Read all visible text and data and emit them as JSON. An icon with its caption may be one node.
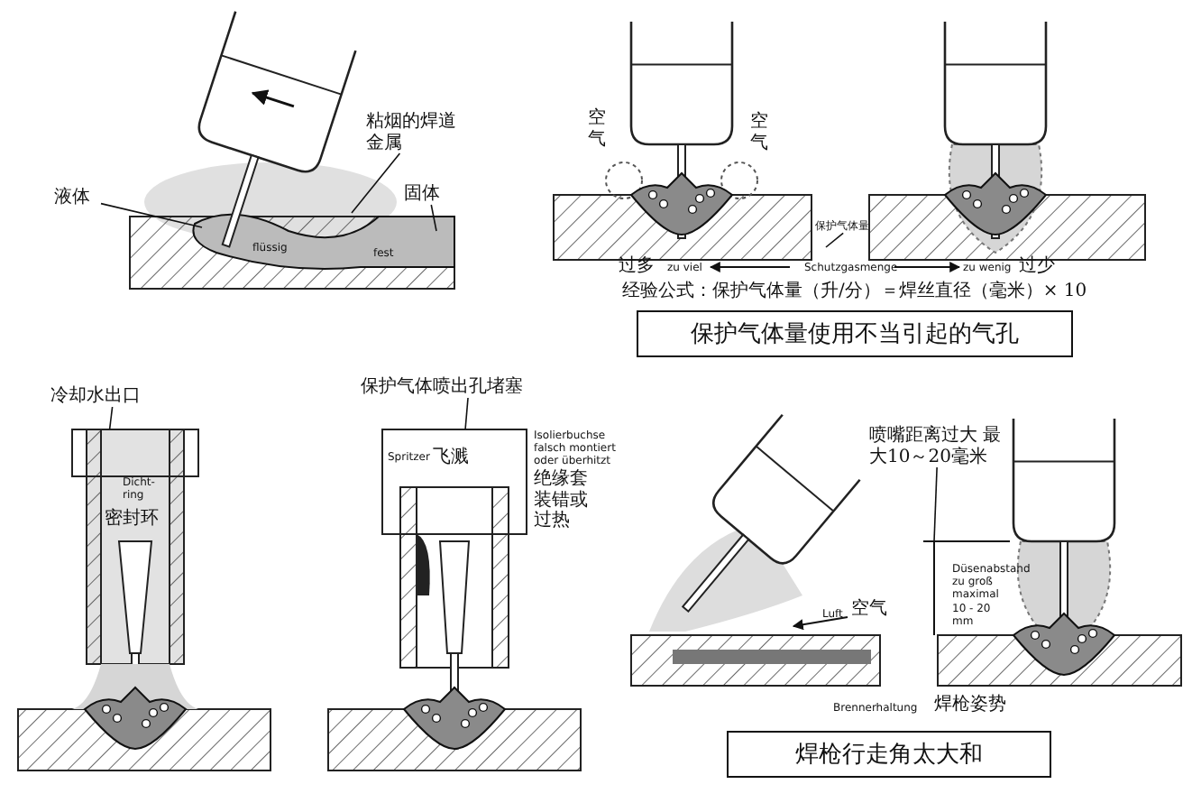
{
  "diagram": {
    "nodes": [
      {
        "text": [
          "粘烟的焊道金属"
        ]
      },
      {
        "text": [
          "液体"
        ]
      },
      {
        "text": [
          "固体"
        ]
      },
      {
        "text": [
          "保护气体量"
        ]
      },
      {
        "text": [
          "冷却水出口"
        ]
      },
      {
        "text": [
          "保护气体喷出孔堵塞"
        ]
      },
      {
        "text": [
          "喷嘴距离过大 最大10～20毫米"
        ]
      },
      {
        "text": [
          "保护气体量使用不当引起的气孔"
        ]
      },
      {
        "text": [
          "焊枪行走角太大和"
        ]
      },
      {
        "text": [],
        "shape": "box"
      },
      {
        "text": [],
        "shape": "box"
      }
    ],
    "edges": [
      {
        "from": 0,
        "to": null,
        "arrow": "none"
      },
      {
        "from": 1,
        "to": null,
        "arrow": "none"
      },
      {
        "from": 2,
        "to": null,
        "arrow": "none"
      },
      {
        "from": 3,
        "to": null,
        "arrow": "none"
      },
      {
        "from": 4,
        "to": 9,
        "arrow": "none"
      },
      {
        "from": 5,
        "to": 10,
        "arrow": "none"
      },
      {
        "from": 6,
        "to": null,
        "arrow": "none"
      }
    ],
    "labels": [
      "flüssig",
      "fest",
      "空气",
      "空气",
      "过多",
      "zu viel",
      "Schutzgasmenge",
      "zu wenig",
      "过少",
      "经验公式：保护气体量（升/分）＝焊丝直径（毫米）× 10",
      "Dicht-ring",
      "密封环",
      "Spritzer",
      "飞溅",
      "Isolierbuchse falsch montiert oder überhitzt",
      "绝缘套装错或过热",
      "Luft",
      "空气",
      "Düsenabstand zu groß maximal 10 - 20 mm",
      "Brennerhaltung",
      "焊枪姿势"
    ]
  }
}
